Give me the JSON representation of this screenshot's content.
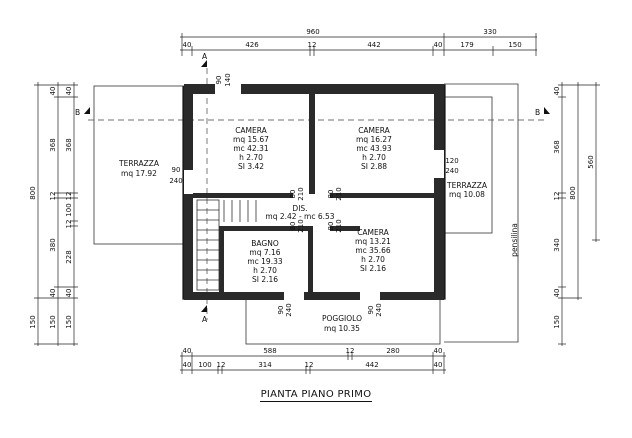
{
  "title": "PIANTA PIANO PRIMO",
  "rooms": {
    "terrazza_left": {
      "name": "TERRAZZA",
      "lines": [
        "mq 17.92"
      ]
    },
    "camera1": {
      "name": "CAMERA",
      "lines": [
        "mq 15.67",
        "mc 42.31",
        "h 2.70",
        "SI 3.42"
      ]
    },
    "camera2": {
      "name": "CAMERA",
      "lines": [
        "mq 16.27",
        "mc 43.93",
        "h 2.70",
        "SI 2.88"
      ]
    },
    "terrazza_right": {
      "name": "TERRAZZA",
      "lines": [
        "mq 10.08"
      ]
    },
    "dis": {
      "name": "DIS.",
      "lines": [
        "mq 2.42 - mc 6.53"
      ]
    },
    "bagno": {
      "name": "BAGNO",
      "lines": [
        "mq 7.16",
        "mc 19.33",
        "h 2.70",
        "SI 2.16"
      ]
    },
    "camera3": {
      "name": "CAMERA",
      "lines": [
        "mq 13.21",
        "mc 35.66",
        "h 2.70",
        "SI 2.16"
      ]
    },
    "poggiolo": {
      "name": "POGGIOLO",
      "lines": [
        "mq 10.35"
      ]
    },
    "pensilina": {
      "name": "pensilina",
      "lines": []
    }
  },
  "dimensions": {
    "top_row1": [
      "960",
      "330"
    ],
    "top_row2": [
      "40",
      "426",
      "12",
      "442",
      "40",
      "179",
      "150"
    ],
    "bottom_row1": [
      "40",
      "588",
      "12",
      "280",
      "40"
    ],
    "bottom_row2": [
      "40",
      "100",
      "12",
      "314",
      "12",
      "442",
      "40"
    ],
    "left_outer": [
      "800",
      "150"
    ],
    "left_inner": [
      "40",
      "368",
      "12",
      "380",
      "40",
      "150"
    ],
    "left_inner2": [
      "40",
      "368",
      "12",
      "100",
      "12",
      "228",
      "40",
      "150"
    ],
    "right_outer": [
      "560"
    ],
    "right_mid": [
      "800"
    ],
    "right_inner": [
      "40",
      "368",
      "12",
      "340",
      "40",
      "150"
    ]
  },
  "openings": {
    "top_window": [
      "90",
      "140"
    ],
    "terrazza_door": [
      "90",
      "240"
    ],
    "right_door": [
      "120",
      "240"
    ],
    "dis_door_left": [
      "80",
      "210"
    ],
    "dis_door_right": [
      "80",
      "210"
    ],
    "dis_door_low_left": [
      "80",
      "210"
    ],
    "dis_door_low_right": [
      "80",
      "210"
    ],
    "bottom_door_left": [
      "90",
      "240"
    ],
    "bottom_door_right": [
      "90",
      "240"
    ]
  },
  "section_marks": {
    "a_top": "A",
    "a_bottom": "A",
    "b_left": "B",
    "b_right": "B"
  }
}
